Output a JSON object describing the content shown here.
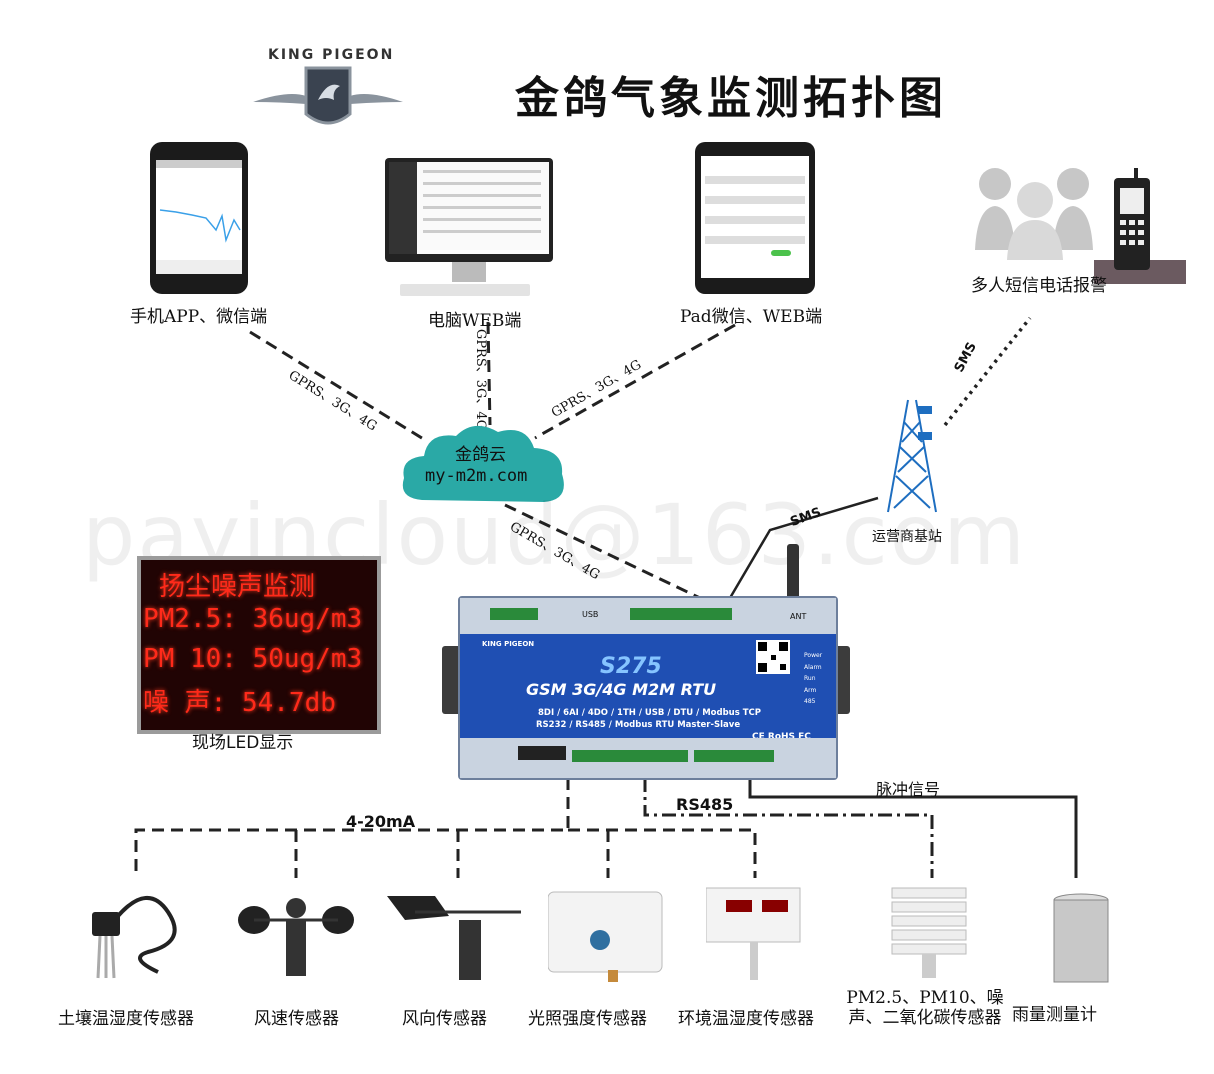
{
  "title": "金鸽气象监测拓扑图",
  "brand": "KING PIGEON",
  "watermark": "payincloud@163.com",
  "clients": {
    "phone": "手机APP、微信端",
    "pc": "电脑WEB端",
    "pad": "Pad微信、WEB端",
    "sms_alarm": "多人短信电话报警"
  },
  "cloud": {
    "name": "金鸽云",
    "url": "my-m2m.com"
  },
  "links": {
    "gprs_phone": "GPRS、3G、4G",
    "gprs_pc": "GPRS、3G、4G",
    "gprs_pad": "GPRS、3G、4G",
    "gprs_rtu": "GPRS、3G、4G",
    "sms_top": "SMS",
    "sms_rtu": "SMS",
    "rs485": "RS485",
    "pulse": "脉冲信号",
    "ma": "4-20mA"
  },
  "base_station": "运营商基站",
  "led": {
    "lines": [
      "扬尘噪声监测",
      "PM2.5: 36ug/m3",
      "PM 10: 50ug/m3",
      "噪 声: 54.7db"
    ],
    "caption": "现场LED显示"
  },
  "rtu": {
    "brand": "KING PIGEON",
    "model": "S275",
    "subtitle": "GSM 3G/4G M2M RTU",
    "spec1": "8DI / 6AI / 4DO / 1TH / USB / DTU / Modbus TCP",
    "spec2": "RS232 / RS485 / Modbus RTU Master-Slave",
    "cert": "CE RoHS FC",
    "ant": "ANT",
    "usb": "USB",
    "leds": [
      "Power",
      "Alarm",
      "Run",
      "Arm",
      "485"
    ]
  },
  "sensors": [
    "土壤温湿度传感器",
    "风速传感器",
    "风向传感器",
    "光照强度传感器",
    "环境温湿度传感器",
    "PM2.5、PM10、噪声、二氧化碳传感器",
    "雨量测量计"
  ],
  "colors": {
    "rtu_blue": "#1f4fb3",
    "led_red": "#ff2a1a",
    "line": "#222222"
  }
}
